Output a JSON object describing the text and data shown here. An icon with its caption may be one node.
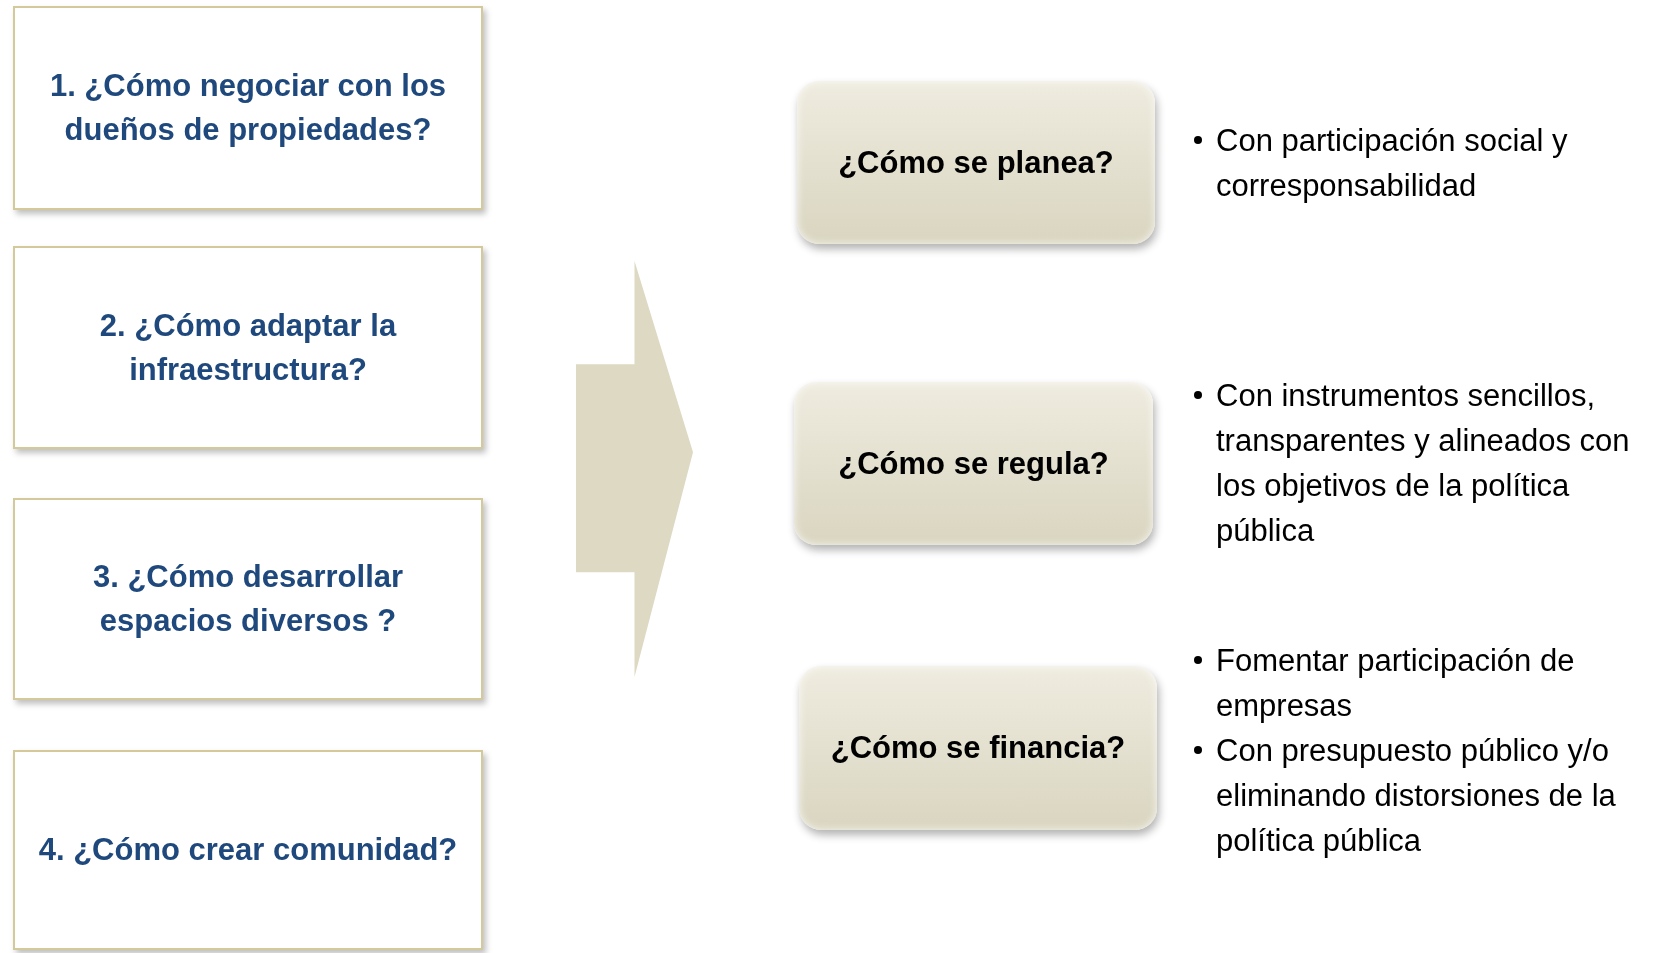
{
  "diagram": {
    "nodes": [
      {
        "text": [
          "1. ¿Cómo negociar con los dueños de propiedades?"
        ]
      },
      {
        "text": [
          "2. ¿Cómo adaptar la infraestructura?"
        ]
      },
      {
        "text": [
          "3. ¿Cómo desarrollar espacios diversos ?"
        ]
      },
      {
        "text": [
          "4. ¿Cómo crear comunidad?"
        ]
      },
      {
        "text": [],
        "shape": "arrow"
      },
      {
        "text": [
          "¿Cómo se planea?"
        ],
        "beside": [
          "Con participación social y corresponsabilidad"
        ]
      },
      {
        "text": [
          "¿Cómo se regula?"
        ],
        "beside": [
          "Con instrumentos sencillos, transparentes y alineados con los objetivos de la política pública"
        ]
      },
      {
        "text": [
          "¿Cómo se financia?"
        ],
        "beside": [
          "Fomentar participación de empresas",
          "Con presupuesto público y/o eliminando distorsiones de la política pública"
        ]
      }
    ]
  }
}
